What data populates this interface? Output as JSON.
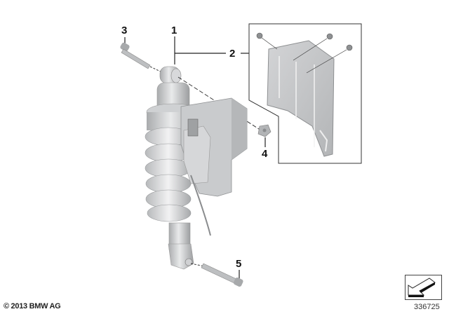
{
  "diagram": {
    "callouts": [
      {
        "id": "1",
        "label": "1"
      },
      {
        "id": "2",
        "label": "2"
      },
      {
        "id": "3",
        "label": "3"
      },
      {
        "id": "4",
        "label": "4"
      },
      {
        "id": "5",
        "label": "5"
      }
    ],
    "copyright": "© 2013 BMW AG",
    "diagram_number": "336725",
    "navigation_icon": "arrow-down-left-icon"
  }
}
